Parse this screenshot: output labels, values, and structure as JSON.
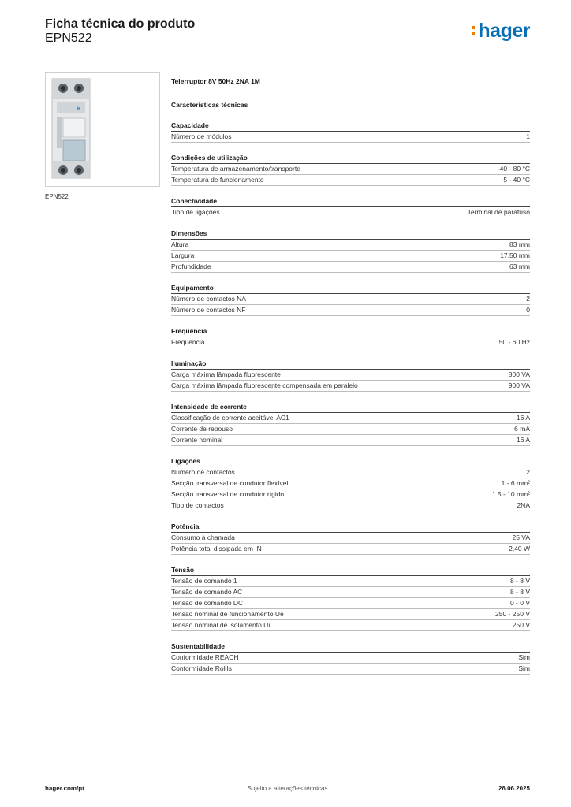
{
  "header": {
    "title": "Ficha técnica do produto",
    "code": "EPN522",
    "logo": "hager"
  },
  "image": {
    "caption": "EPN522"
  },
  "product_name": "Telerruptor 8V 50Hz 2NA 1M",
  "tech_heading": "Características técnicas",
  "sections": [
    {
      "title": "Capacidade",
      "rows": [
        {
          "label": "Número de módulos",
          "value": "1"
        }
      ]
    },
    {
      "title": "Condições de utilização",
      "rows": [
        {
          "label": "Temperatura de armazenamento/transporte",
          "value": "-40 - 80 °C"
        },
        {
          "label": "Temperatura de funcionamento",
          "value": "-5 - 40 °C"
        }
      ]
    },
    {
      "title": "Conectividade",
      "rows": [
        {
          "label": "Tipo de ligações",
          "value": "Terminal de parafuso"
        }
      ]
    },
    {
      "title": "Dimensões",
      "rows": [
        {
          "label": "Altura",
          "value": "83 mm"
        },
        {
          "label": "Largura",
          "value": "17,50 mm"
        },
        {
          "label": "Profundidade",
          "value": "63 mm"
        }
      ]
    },
    {
      "title": "Equipamento",
      "rows": [
        {
          "label": "Número de contactos NA",
          "value": "2"
        },
        {
          "label": "Número de contactos NF",
          "value": "0"
        }
      ]
    },
    {
      "title": "Frequência",
      "rows": [
        {
          "label": "Frequência",
          "value": "50 - 60 Hz"
        }
      ]
    },
    {
      "title": "Iluminação",
      "rows": [
        {
          "label": "Carga máxima lâmpada fluorescente",
          "value": "800 VA"
        },
        {
          "label": "Carga máxima lâmpada fluorescente compensada em paralelo",
          "value": "900 VA"
        }
      ]
    },
    {
      "title": "Intensidade de corrente",
      "rows": [
        {
          "label": "Classificação de corrente aceitável AC1",
          "value": "16 A"
        },
        {
          "label": "Corrente de repouso",
          "value": "6 mA"
        },
        {
          "label": "Corrente nominal",
          "value": "16 A"
        }
      ]
    },
    {
      "title": "Ligações",
      "rows": [
        {
          "label": "Número de contactos",
          "value": "2"
        },
        {
          "label": "Secção transversal de condutor flexível",
          "value": "1 - 6 mm²"
        },
        {
          "label": "Secção transversal de condutor rígido",
          "value": "1.5 - 10 mm²"
        },
        {
          "label": "Tipo de contactos",
          "value": "2NA"
        }
      ]
    },
    {
      "title": "Potência",
      "rows": [
        {
          "label": "Consumo à chamada",
          "value": "25 VA"
        },
        {
          "label": "Potência total dissipada em IN",
          "value": "2,40 W"
        }
      ]
    },
    {
      "title": "Tensão",
      "rows": [
        {
          "label": "Tensão de comando 1",
          "value": "8 - 8 V"
        },
        {
          "label": "Tensão de comando AC",
          "value": "8 - 8 V"
        },
        {
          "label": "Tensão de comando DC",
          "value": "0 - 0 V"
        },
        {
          "label": "Tensão nominal de funcionamento Ue",
          "value": "250 - 250 V"
        },
        {
          "label": "Tensão nominal de isolamento Ui",
          "value": "250 V"
        }
      ]
    },
    {
      "title": "Sustentabilidade",
      "rows": [
        {
          "label": "Conformidade REACH",
          "value": "Sim"
        },
        {
          "label": "Conformidade RoHs",
          "value": "Sim"
        }
      ]
    }
  ],
  "footer": {
    "site": "hager.com/pt",
    "note": "Sujeito a alterações técnicas",
    "date": "26.06.2025"
  },
  "colors": {
    "brand_blue": "#0a6eb4",
    "brand_orange": "#ef7d00"
  }
}
